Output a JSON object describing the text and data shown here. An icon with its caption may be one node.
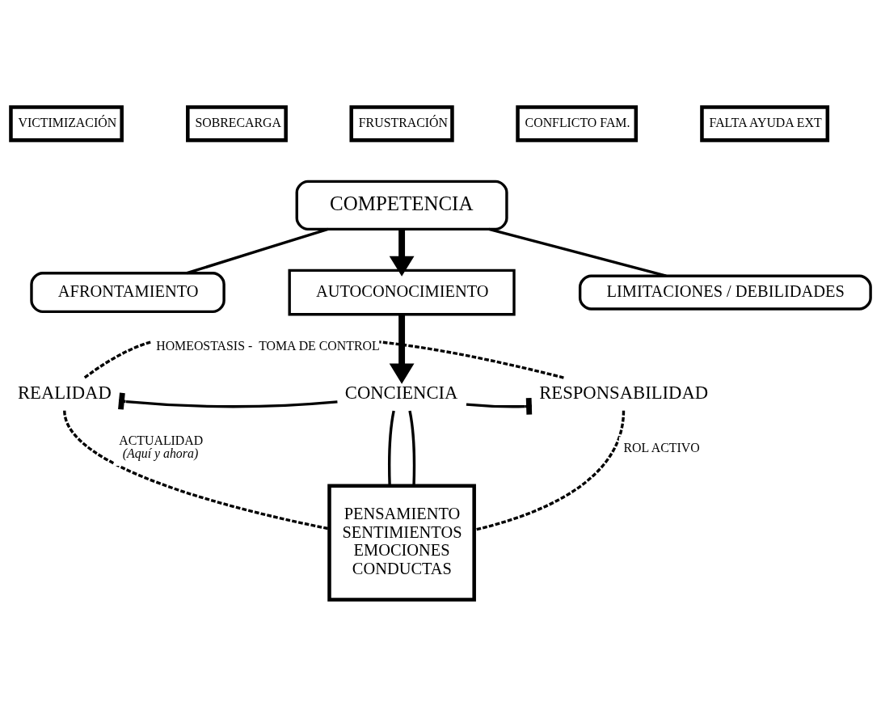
{
  "diagram": {
    "nodes": [
      {
        "text": [
          "VICTIMIZACIÓN"
        ]
      },
      {
        "text": [
          "SOBRECARGA"
        ]
      },
      {
        "text": [
          "FRUSTRACIÓN"
        ]
      },
      {
        "text": [
          "CONFLICTO FAM."
        ]
      },
      {
        "text": [
          "FALTA AYUDA EXT"
        ]
      },
      {
        "text": [
          "COMPETENCIA"
        ]
      },
      {
        "text": [
          "AFRONTAMIENTO"
        ]
      },
      {
        "text": [
          "LIMITACIONES / DEBILIDADES"
        ]
      },
      {
        "text": [
          "AUTOCONOCIMIENTO"
        ]
      },
      {
        "text": [
          "CONCIENCIA"
        ]
      },
      {
        "text": [
          "REALIDAD"
        ]
      },
      {
        "text": [
          "RESPONSABILIDAD"
        ]
      },
      {
        "text": [
          "PENSAMIENTO",
          "SENTIMIENTOS",
          "EMOCIONES",
          "CONDUCTAS"
        ]
      }
    ],
    "edges": [
      {
        "from": 5,
        "to": 6,
        "arrow": "none"
      },
      {
        "from": 5,
        "to": 7,
        "arrow": "none"
      },
      {
        "from": 5,
        "to": 8,
        "arrow": "to",
        "style": "thick"
      },
      {
        "from": 8,
        "to": 9,
        "arrow": "to",
        "style": "thick"
      },
      {
        "from": 9,
        "to": 10,
        "arrow": "other"
      },
      {
        "from": 9,
        "to": 11,
        "arrow": "other"
      },
      {
        "from": 9,
        "to": 12,
        "arrow": "none"
      },
      {
        "from": 9,
        "to": 12,
        "arrow": "none"
      },
      {
        "from": 10,
        "to": 12,
        "arrow": "none",
        "style": "dashed",
        "label": "ACTUALIDAD *(Aquí y ahora)*"
      },
      {
        "from": 11,
        "to": 12,
        "arrow": "none",
        "style": "dashed",
        "label": "ROL ACTIVO"
      },
      {
        "from": 10,
        "to": 11,
        "arrow": "none",
        "style": "dashed",
        "label": "HOMEOSTASIS -  TOMA DE CONTROL"
      }
    ]
  }
}
